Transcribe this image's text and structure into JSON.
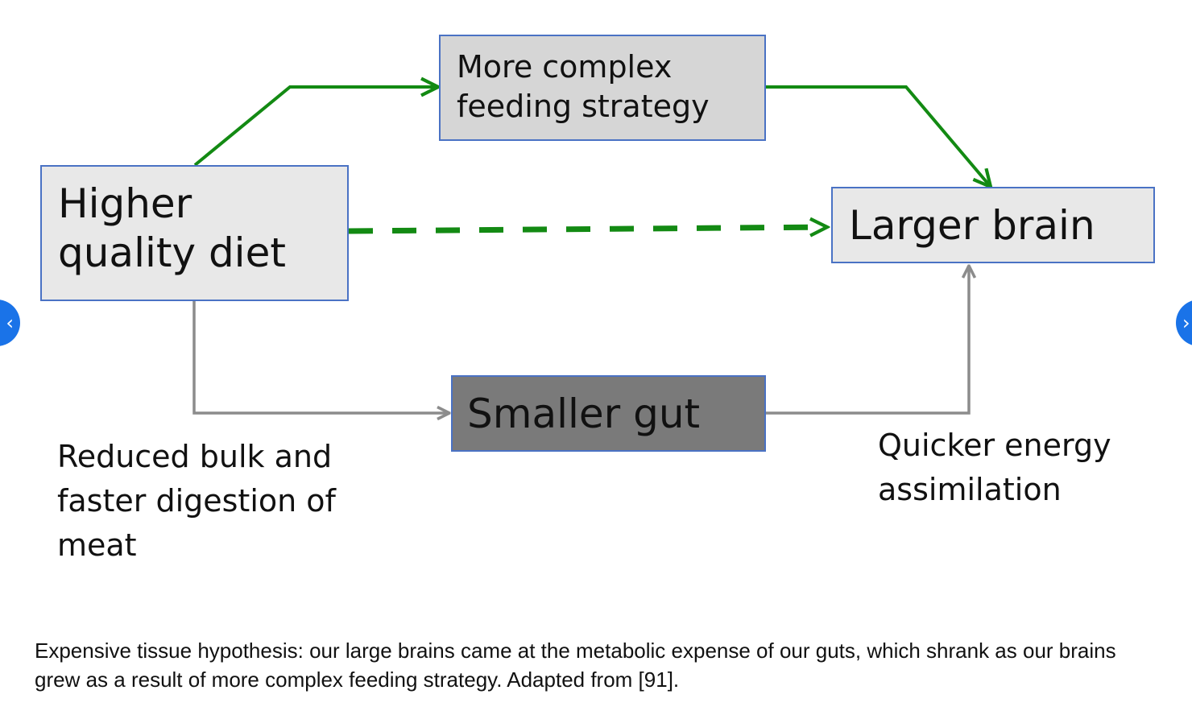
{
  "diagram": {
    "nodes": {
      "diet": {
        "label": "Higher\nquality diet"
      },
      "feeding": {
        "label": "More complex\nfeeding strategy"
      },
      "brain": {
        "label": "Larger brain"
      },
      "gut": {
        "label": "Smaller gut"
      }
    },
    "notes": {
      "digestion": "Reduced bulk and\nfaster digestion of\nmeat",
      "energy": "Quicker energy\nassimilation"
    },
    "colors": {
      "green_arrow": "#138a13",
      "gray_arrow": "#8c8c8c",
      "box_border": "#4a72c4",
      "box_light": "#e8e8e8",
      "box_dark": "#7a7a7a"
    }
  },
  "caption": "Expensive tissue hypothesis: our large brains came at the metabolic expense of our guts, which shrank as our brains grew as a result of more complex feeding strategy. Adapted from [91].",
  "nav": {
    "prev_icon": "chevron-left-icon",
    "next_icon": "chevron-right-icon",
    "prev_glyph": "‹",
    "next_glyph": "›"
  }
}
